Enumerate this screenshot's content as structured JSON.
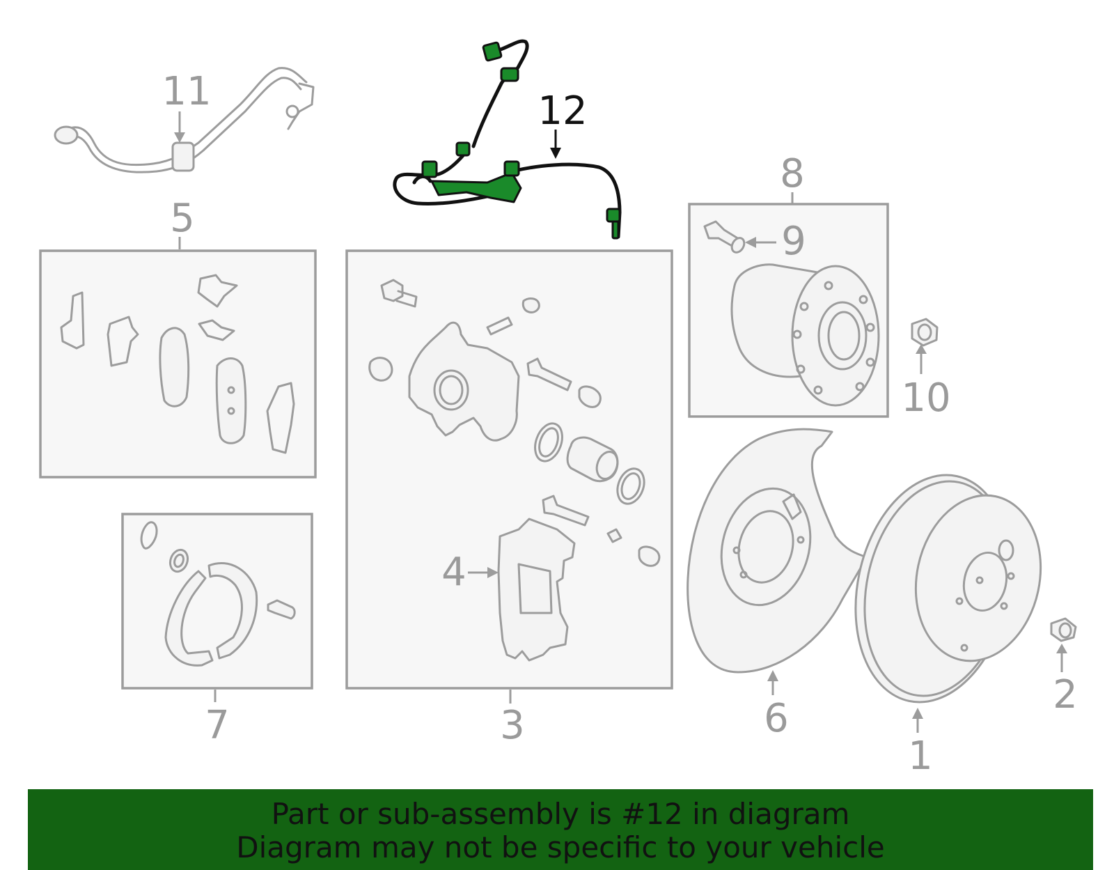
{
  "diagram": {
    "callouts": {
      "c1": "1",
      "c2": "2",
      "c3": "3",
      "c4": "4",
      "c5": "5",
      "c6": "6",
      "c7": "7",
      "c8": "8",
      "c9": "9",
      "c10": "10",
      "c11": "11",
      "c12": "12"
    },
    "highlighted_part": "12",
    "highlight_color": "#1a8a2a",
    "line_color": "#9c9c9c"
  },
  "banner": {
    "line1": "Part or sub-assembly is #12 in diagram",
    "line2": "Diagram may not be specific to your vehicle",
    "background": "#136312"
  }
}
